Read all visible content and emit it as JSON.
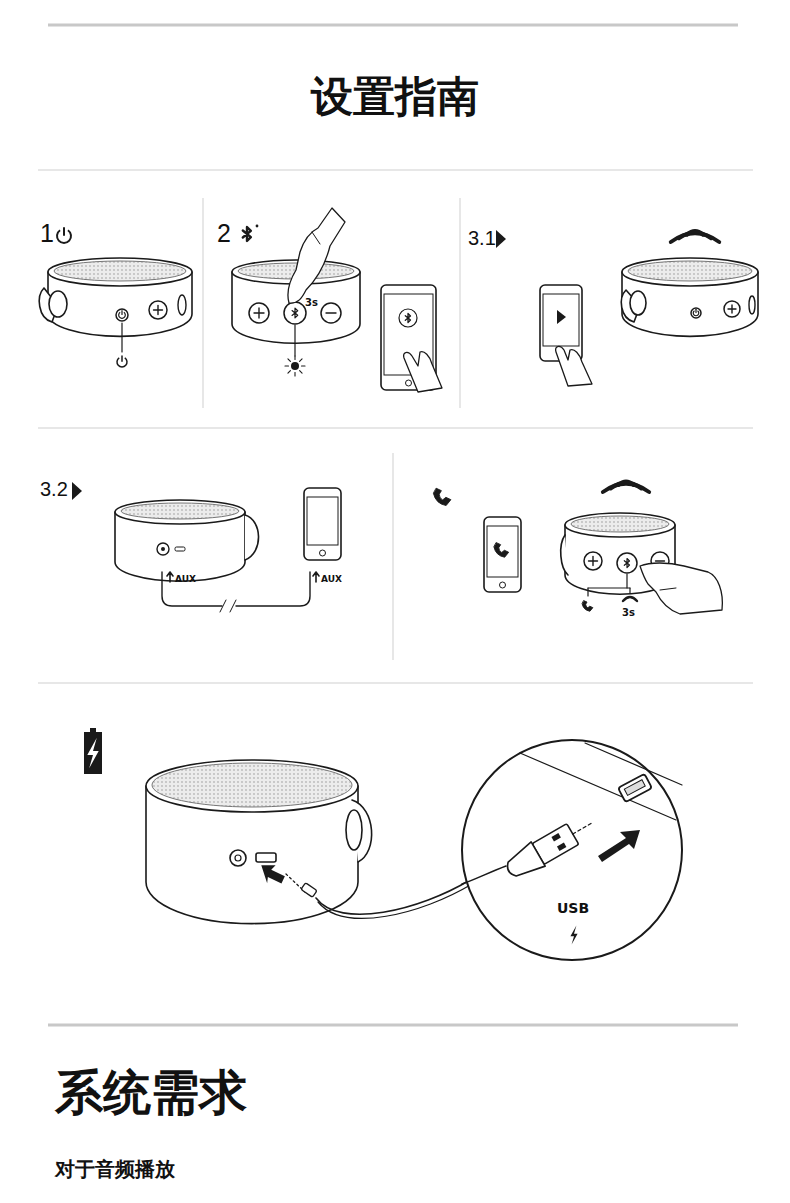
{
  "diagram": {
    "title": "设置指南",
    "labels": [
      "1",
      "2",
      "3.1",
      "3.2",
      "3s",
      "3s",
      "AUX",
      "AUX",
      "USB",
      "系统需求",
      "对于音频播放"
    ]
  }
}
